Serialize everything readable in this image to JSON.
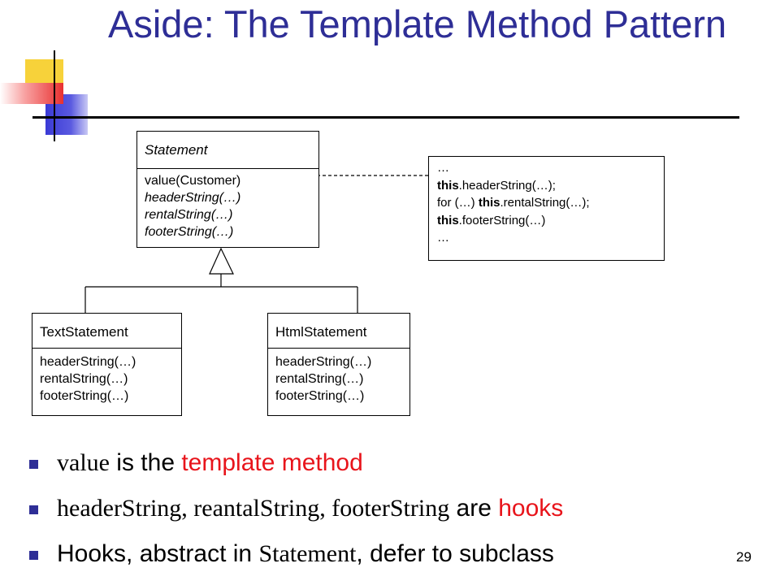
{
  "slide": {
    "title": "Aside: The Template Method Pattern",
    "page_number": "29"
  },
  "colors": {
    "title": "#2e2e96",
    "accent_red": "#e8141b",
    "bullet": "#2e2e96"
  },
  "diagram": {
    "statement": {
      "name": "Statement",
      "ops": [
        "value(Customer)",
        "headerString(…)",
        "rentalString(…)",
        "footerString(…)"
      ]
    },
    "text_statement": {
      "name": "TextStatement",
      "ops": [
        "headerString(…)",
        "rentalString(…)",
        "footerString(…)"
      ]
    },
    "html_statement": {
      "name": "HtmlStatement",
      "ops": [
        "headerString(…)",
        "rentalString(…)",
        "footerString(…)"
      ]
    },
    "note": {
      "line1": "…",
      "line2_kw": "this",
      "line2_rest": ".headerString(…);",
      "line3_pre": "for (…) ",
      "line3_kw": "this",
      "line3_rest": ".rentalString(…);",
      "line4_kw": "this",
      "line4_rest": ".footerString(…)",
      "line5": "…"
    }
  },
  "bullets": [
    {
      "code": "value",
      "mid": " is the ",
      "highlight": "template method"
    },
    {
      "code": "headerString, reantalString, footerString",
      "mid": " are ",
      "highlight": "hooks"
    },
    {
      "pre": "Hooks, abstract in ",
      "code": "Statement",
      "post": ", defer to subclass"
    }
  ]
}
